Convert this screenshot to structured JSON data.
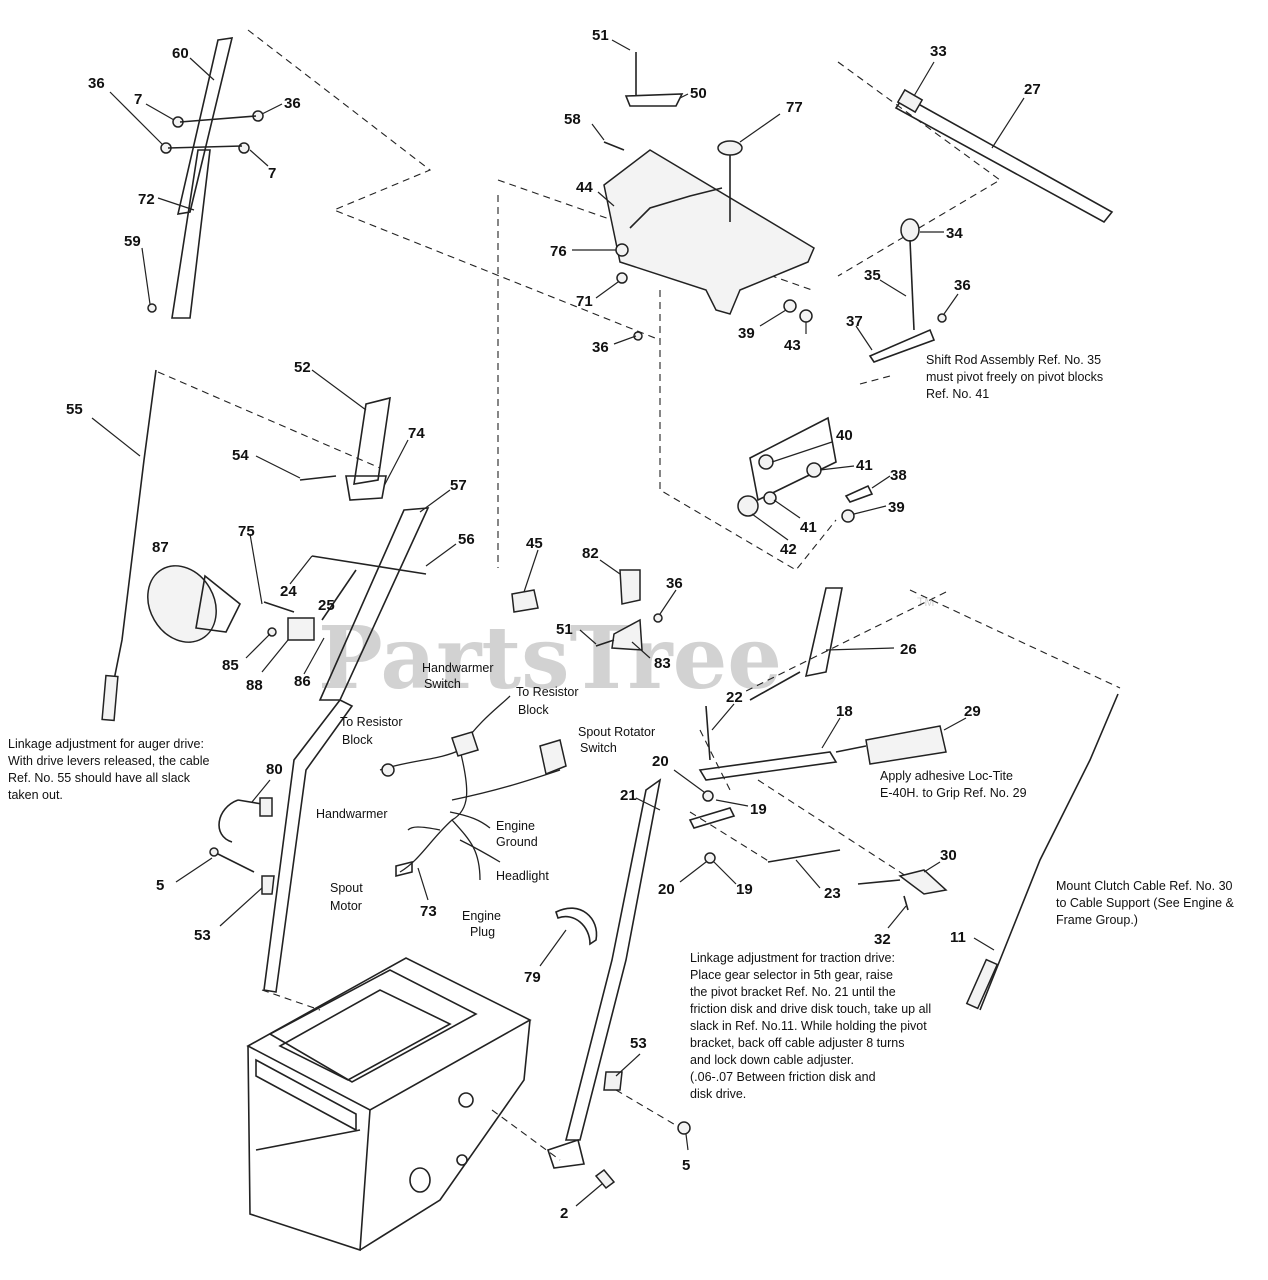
{
  "watermark": {
    "text": "PartsTree",
    "tm": "TM"
  },
  "callouts": [
    {
      "id": "c60",
      "text": "60"
    },
    {
      "id": "c36a",
      "text": "36"
    },
    {
      "id": "c7a",
      "text": "7"
    },
    {
      "id": "c36b",
      "text": "36"
    },
    {
      "id": "c7b",
      "text": "7"
    },
    {
      "id": "c72",
      "text": "72"
    },
    {
      "id": "c59",
      "text": "59"
    },
    {
      "id": "c51a",
      "text": "51"
    },
    {
      "id": "c50",
      "text": "50"
    },
    {
      "id": "c58",
      "text": "58"
    },
    {
      "id": "c77",
      "text": "77"
    },
    {
      "id": "c44",
      "text": "44"
    },
    {
      "id": "c76",
      "text": "76"
    },
    {
      "id": "c71",
      "text": "71"
    },
    {
      "id": "c36c",
      "text": "36"
    },
    {
      "id": "c39a",
      "text": "39"
    },
    {
      "id": "c43",
      "text": "43"
    },
    {
      "id": "c33",
      "text": "33"
    },
    {
      "id": "c27",
      "text": "27"
    },
    {
      "id": "c34",
      "text": "34"
    },
    {
      "id": "c35",
      "text": "35"
    },
    {
      "id": "c36d",
      "text": "36"
    },
    {
      "id": "c37",
      "text": "37"
    },
    {
      "id": "c40",
      "text": "40"
    },
    {
      "id": "c41a",
      "text": "41"
    },
    {
      "id": "c38",
      "text": "38"
    },
    {
      "id": "c39b",
      "text": "39"
    },
    {
      "id": "c41b",
      "text": "41"
    },
    {
      "id": "c42",
      "text": "42"
    },
    {
      "id": "c55",
      "text": "55"
    },
    {
      "id": "c52",
      "text": "52"
    },
    {
      "id": "c74",
      "text": "74"
    },
    {
      "id": "c54",
      "text": "54"
    },
    {
      "id": "c57",
      "text": "57"
    },
    {
      "id": "c56",
      "text": "56"
    },
    {
      "id": "c87",
      "text": "87"
    },
    {
      "id": "c75",
      "text": "75"
    },
    {
      "id": "c24",
      "text": "24"
    },
    {
      "id": "c25",
      "text": "25"
    },
    {
      "id": "c85",
      "text": "85"
    },
    {
      "id": "c88",
      "text": "88"
    },
    {
      "id": "c86",
      "text": "86"
    },
    {
      "id": "c45",
      "text": "45"
    },
    {
      "id": "c82",
      "text": "82"
    },
    {
      "id": "c36e",
      "text": "36"
    },
    {
      "id": "c51b",
      "text": "51"
    },
    {
      "id": "c83",
      "text": "83"
    },
    {
      "id": "c26",
      "text": "26"
    },
    {
      "id": "c22",
      "text": "22"
    },
    {
      "id": "c18",
      "text": "18"
    },
    {
      "id": "c29",
      "text": "29"
    },
    {
      "id": "c20a",
      "text": "20"
    },
    {
      "id": "c19a",
      "text": "19"
    },
    {
      "id": "c21",
      "text": "21"
    },
    {
      "id": "c20b",
      "text": "20"
    },
    {
      "id": "c19b",
      "text": "19"
    },
    {
      "id": "c23",
      "text": "23"
    },
    {
      "id": "c30",
      "text": "30"
    },
    {
      "id": "c32",
      "text": "32"
    },
    {
      "id": "c11",
      "text": "11"
    },
    {
      "id": "c80",
      "text": "80"
    },
    {
      "id": "c5a",
      "text": "5"
    },
    {
      "id": "c53a",
      "text": "53"
    },
    {
      "id": "c73",
      "text": "73"
    },
    {
      "id": "c79",
      "text": "79"
    },
    {
      "id": "c53b",
      "text": "53"
    },
    {
      "id": "c5b",
      "text": "5"
    },
    {
      "id": "c2",
      "text": "2"
    }
  ],
  "labels": [
    {
      "id": "l_handwarmer_sw_1",
      "text": "Handwarmer"
    },
    {
      "id": "l_handwarmer_sw_2",
      "text": "Switch"
    },
    {
      "id": "l_resistor_a_1",
      "text": "To Resistor"
    },
    {
      "id": "l_resistor_a_2",
      "text": "Block"
    },
    {
      "id": "l_resistor_b_1",
      "text": "To Resistor"
    },
    {
      "id": "l_resistor_b_2",
      "text": "Block"
    },
    {
      "id": "l_spout_sw_1",
      "text": "Spout Rotator"
    },
    {
      "id": "l_spout_sw_2",
      "text": "Switch"
    },
    {
      "id": "l_handwarmer",
      "text": "Handwarmer"
    },
    {
      "id": "l_engine_ground_1",
      "text": "Engine"
    },
    {
      "id": "l_engine_ground_2",
      "text": "Ground"
    },
    {
      "id": "l_headlight",
      "text": "Headlight"
    },
    {
      "id": "l_spout_motor_1",
      "text": "Spout"
    },
    {
      "id": "l_spout_motor_2",
      "text": "Motor"
    },
    {
      "id": "l_engine_plug_1",
      "text": "Engine"
    },
    {
      "id": "l_engine_plug_2",
      "text": "Plug"
    }
  ],
  "notes": {
    "shift_rod": [
      "Shift Rod Assembly Ref. No. 35",
      "must pivot freely on pivot blocks",
      "Ref. No. 41"
    ],
    "auger": [
      "Linkage adjustment for auger drive:",
      "With drive levers released, the cable",
      "Ref. No. 55 should have all slack",
      "taken out."
    ],
    "loctite": [
      "Apply adhesive Loc-Tite",
      "E-40H. to Grip Ref. No. 29"
    ],
    "clutch_cable": [
      "Mount Clutch Cable Ref. No. 30",
      "to Cable Support (See Engine &",
      "Frame Group.)"
    ],
    "traction": [
      "Linkage adjustment for traction drive:",
      "Place gear selector in 5th gear, raise",
      "the pivot bracket Ref. No. 21 until the",
      "friction disk and drive disk touch, take up all",
      "slack in Ref. No.11. While holding the pivot",
      "bracket, back off cable adjuster 8 turns",
      "and lock down cable adjuster.",
      "(.06-.07 Between friction disk and",
      "disk drive."
    ]
  }
}
